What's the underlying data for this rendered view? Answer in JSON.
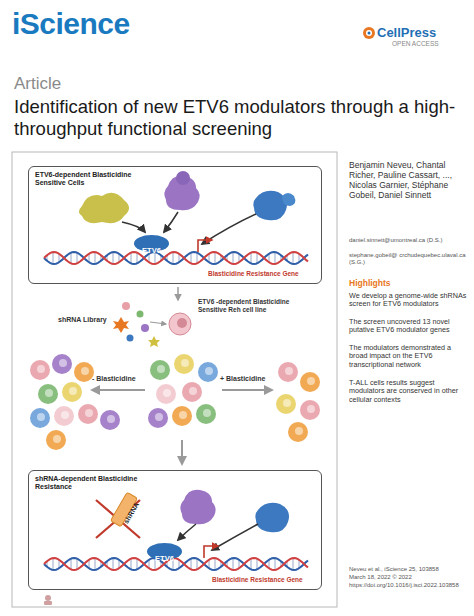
{
  "diagram": {
    "title": "Identification of new ETV6 modulators through a high-throughput functional screening",
    "nodes": [
      {
        "text": [
          "ETV6-dependent Blasticidine Sensitive Cells"
        ]
      },
      {
        "text": [
          "ETV6"
        ],
        "in": 0
      },
      {
        "text": [
          "shRNA-dependent Blasticidine Resistance"
        ]
      },
      {
        "text": [
          "shRNA"
        ],
        "in": 2
      },
      {
        "text": [
          "ETV6"
        ],
        "in": 2
      }
    ],
    "labels": [
      "iScience",
      "CellPress",
      "OPEN ACCESS",
      "Article",
      "Benjamin Neveu, Chantal Richer, Pauline Cassart, ..., Nicolas Garnier, Stéphane Gobeil, Daniel Sinnett",
      "daniel.sinnett@umontreal.ca (D.S.)",
      "stephane.gobeil@ crchudequebec.ulaval.ca (S.G.)",
      "Highlights",
      "We develop a genome-wide shRNAs screen for ETV6 modulators",
      "The screen uncovered 13 novel putative ETV6 modulator genes",
      "The modulators demonstrated a broad impact on the ETV6 transcriptional network",
      "T-ALL cells results suggest modulators are conserved in other cellular contexts",
      "Neveu et al., iScience 25, 103858",
      "March 18, 2022 © 2022",
      "https://doi.org/10.1016/j.isci.2022.103858",
      "Blasticidine Resistance Gene",
      "ETV6 -dependent Blasticidine Sensitive Reh cell line",
      "shRNA Library",
      "- Blasticidine",
      "+ Blasticidine",
      "Blasticidine Resistance Gene"
    ]
  }
}
